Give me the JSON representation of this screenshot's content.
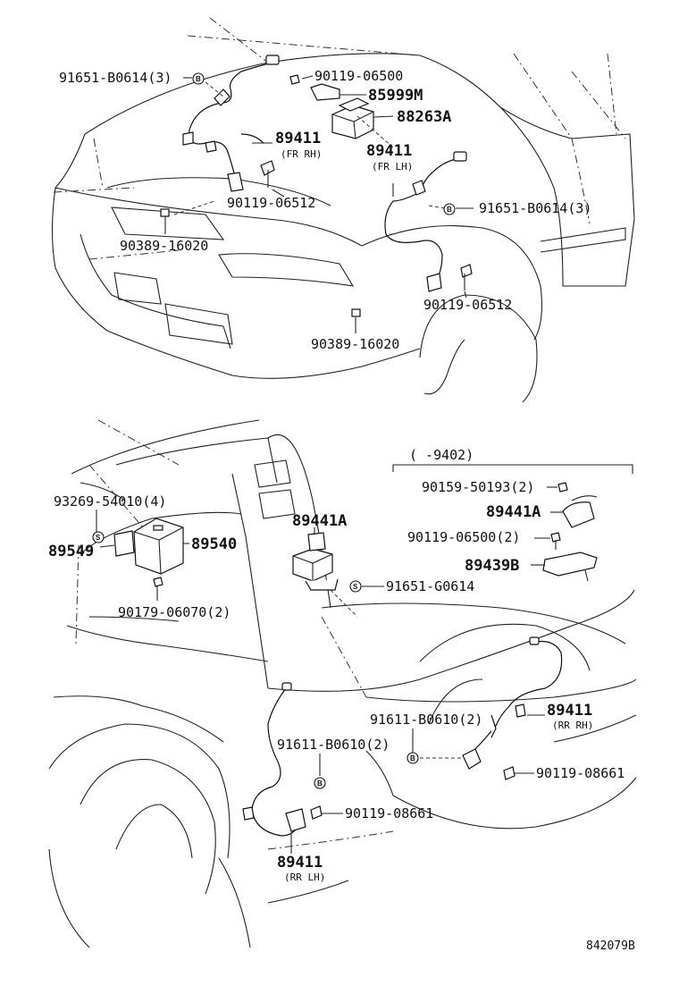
{
  "front_section": {
    "labels": {
      "clip_left": "91651-B0614(3)",
      "bolt_top": "90119-06500",
      "bracket": "85999M",
      "actuator": "88263A",
      "sensor_fr_rh": "89411",
      "sensor_fr_rh_side": "(FR RH)",
      "sensor_fr_lh": "89411",
      "sensor_fr_lh_side": "(FR LH)",
      "bolt_rh": "90119-06512",
      "clip_right": "91651-B0614(3)",
      "clip_nut_left": "90389-16020",
      "bolt_lh": "90119-06512",
      "clip_nut_bottom": "90389-16020"
    },
    "symbols": {
      "b1": "B",
      "b2": "B"
    }
  },
  "rear_section": {
    "labels": {
      "range_note": "(    -9402)",
      "screw_ecu": "93269-54010(4)",
      "bolt_sensor": "90159-50193(2)",
      "sensor_sub": "89441A",
      "bracket_ecu": "89549",
      "ecu": "89540",
      "sensor_main": "89441A",
      "bolt_sub": "90119-06500(2)",
      "bracket_sub": "89439B",
      "clip_sensor": "91651-G0614",
      "nut_ecu": "90179-06070(2)",
      "sensor_rr_rh": "89411",
      "sensor_rr_rh_side": "(RR RH)",
      "clip_rr_rh": "91611-B0610(2)",
      "clip_rr_lh": "91611-B0610(2)",
      "bolt_rr_rh": "90119-08661",
      "bolt_rr_lh": "90119-08661",
      "sensor_rr_lh": "89411",
      "sensor_rr_lh_side": "(RR LH)"
    },
    "symbols": {
      "s1": "S",
      "s2": "S",
      "b3": "B",
      "b4": "B"
    }
  },
  "diagram_code": "842079B"
}
